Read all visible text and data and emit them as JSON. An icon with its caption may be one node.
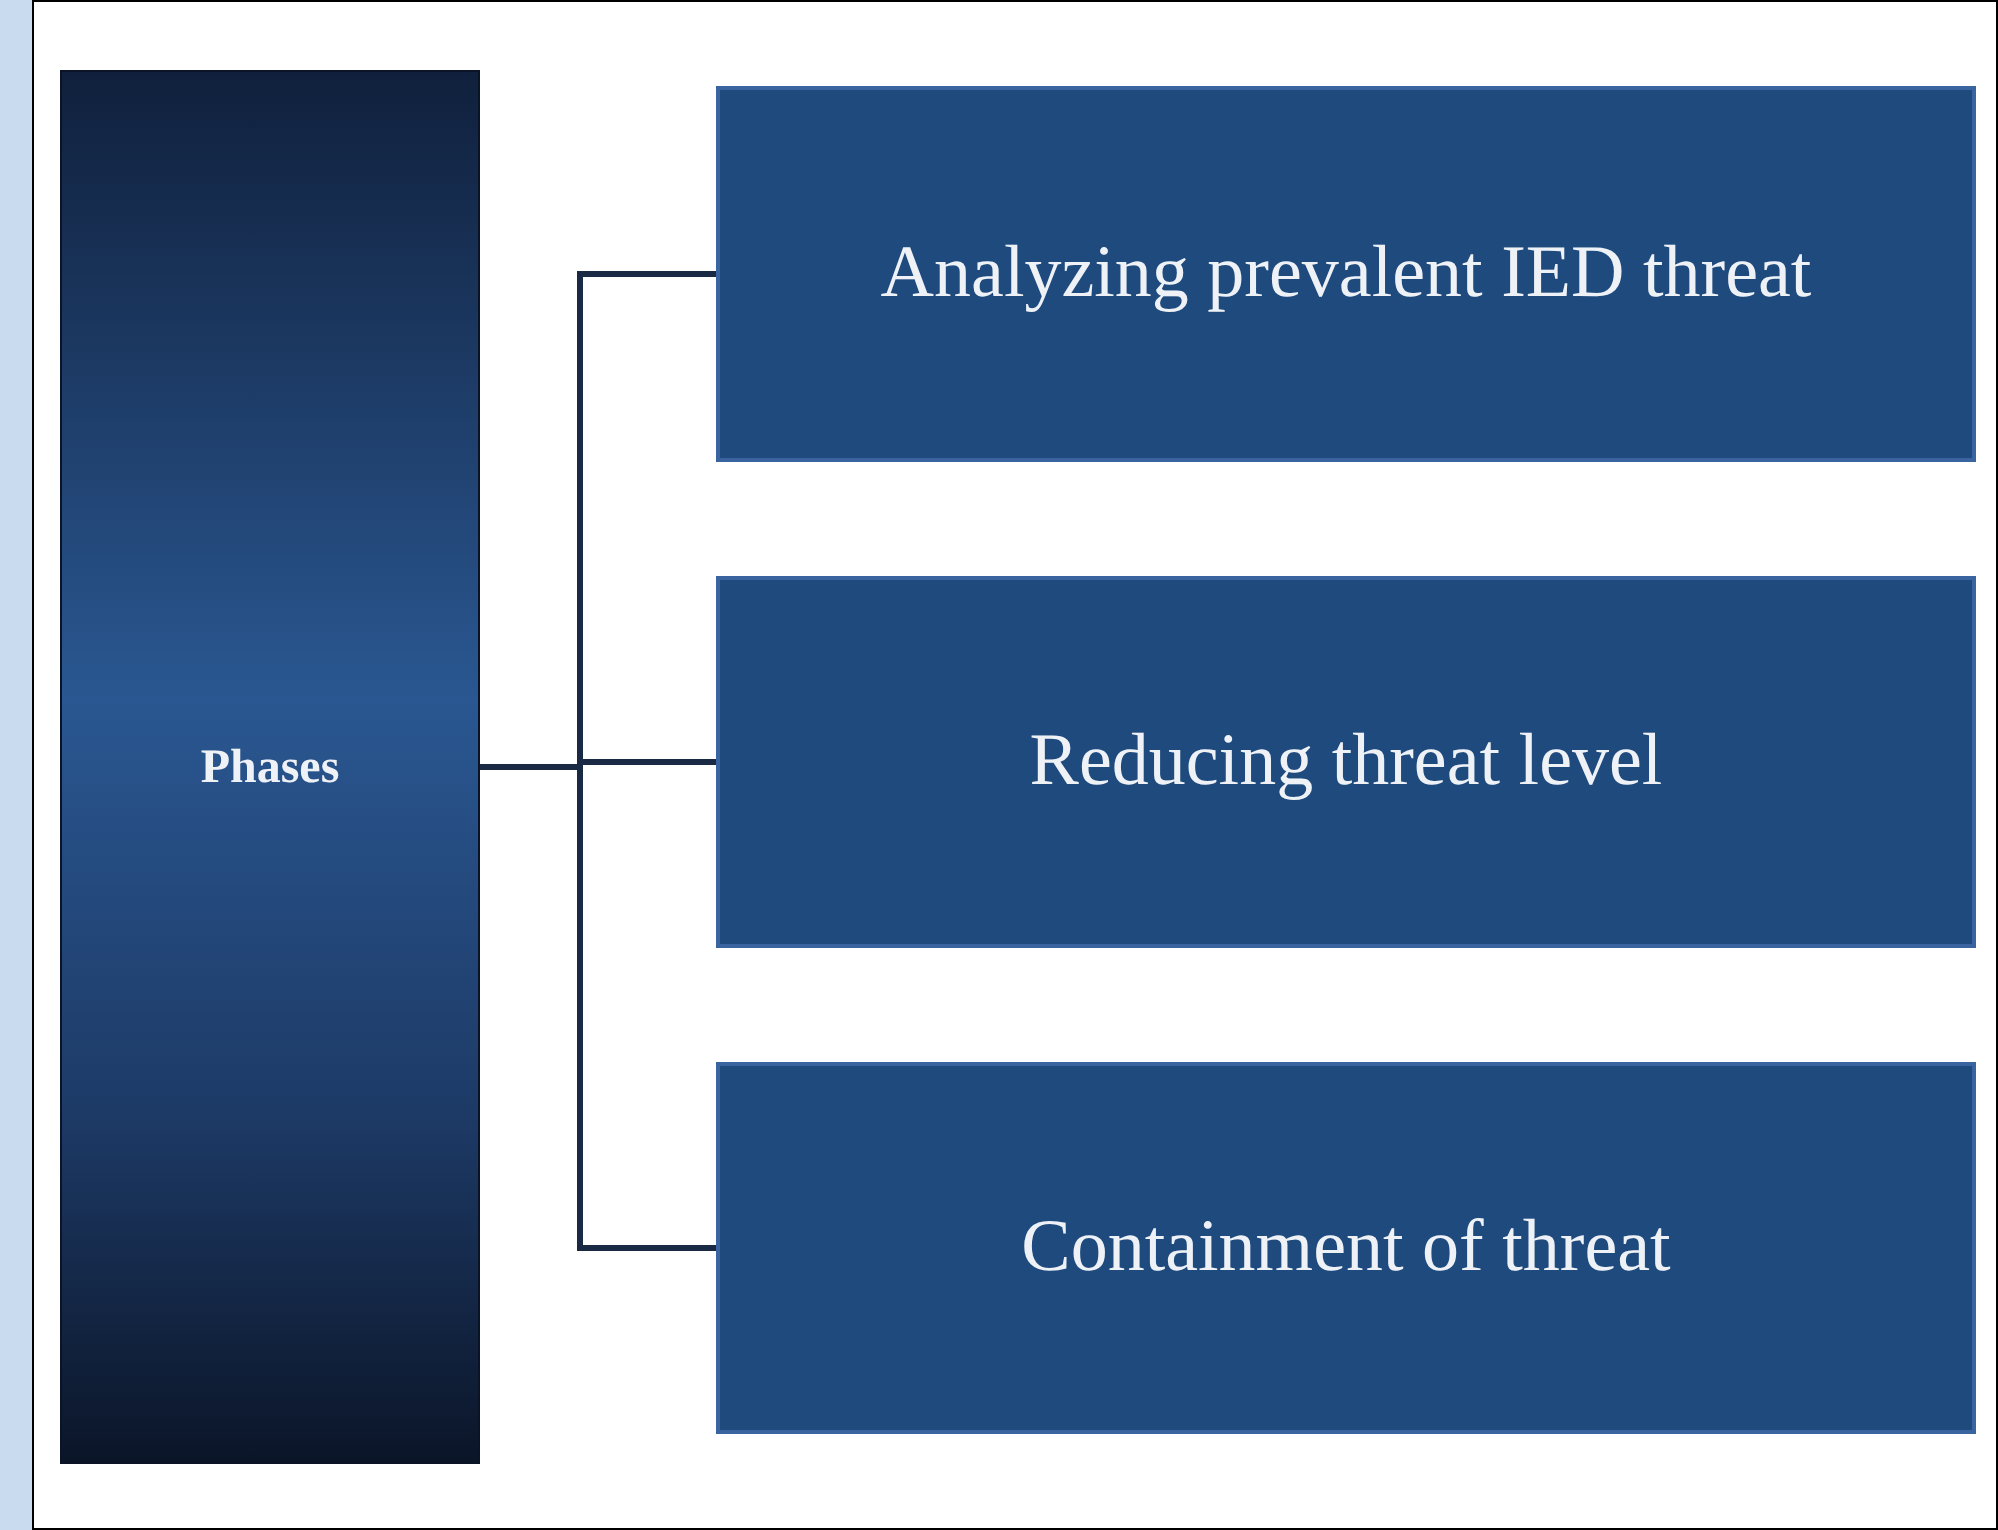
{
  "diagram": {
    "nodes": [
      {
        "text": [
          "Phases"
        ]
      },
      {
        "text": [
          "Analyzing prevalent IED threat"
        ]
      },
      {
        "text": [
          "Reducing threat level"
        ]
      },
      {
        "text": [
          "Containment of threat"
        ]
      }
    ],
    "edges": [
      {
        "from": 0,
        "to": 1,
        "arrow": "none"
      },
      {
        "from": 0,
        "to": 2,
        "arrow": "none"
      },
      {
        "from": 0,
        "to": 3,
        "arrow": "none"
      }
    ]
  }
}
